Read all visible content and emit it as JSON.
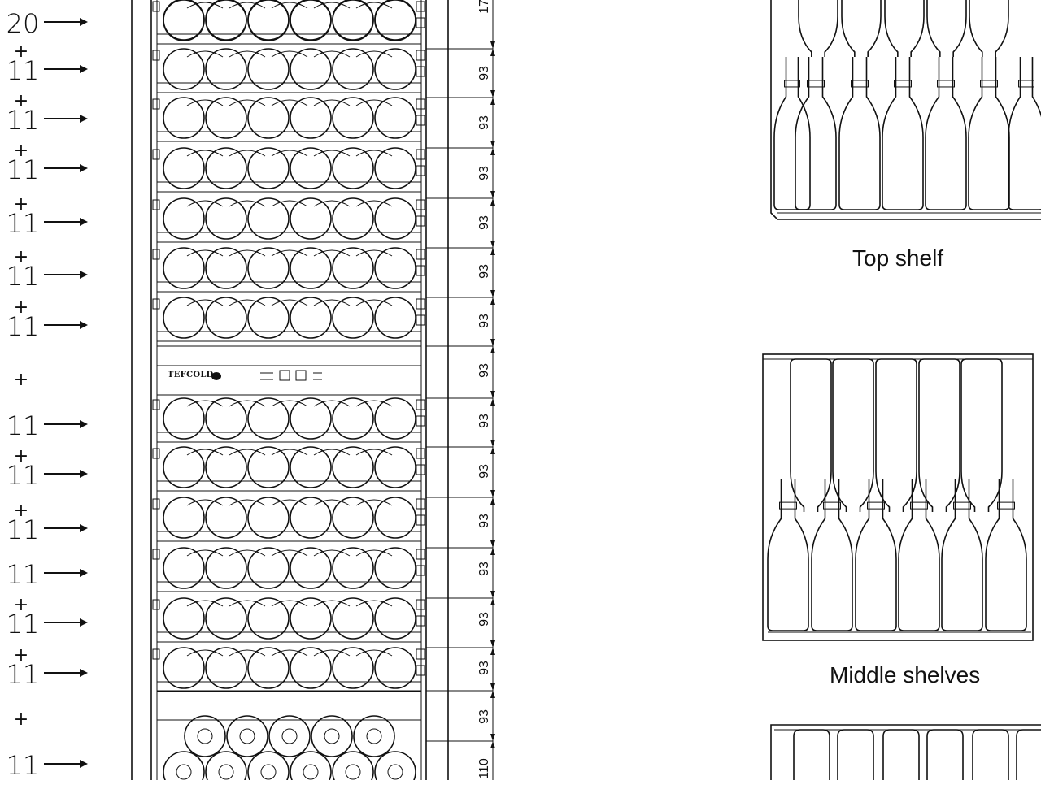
{
  "left_counts": [
    {
      "plus": false,
      "value": "20"
    },
    {
      "plus": true,
      "value": "11"
    },
    {
      "plus": true,
      "value": "11"
    },
    {
      "plus": true,
      "value": "11"
    },
    {
      "plus": true,
      "value": "11"
    },
    {
      "plus": true,
      "value": "11"
    },
    {
      "plus": true,
      "value": "11"
    },
    {
      "plus": true,
      "value": ""
    },
    {
      "plus": false,
      "value": "11"
    },
    {
      "plus": true,
      "value": "11"
    },
    {
      "plus": true,
      "value": "11"
    },
    {
      "plus": false,
      "value": "11"
    },
    {
      "plus": true,
      "value": "11"
    },
    {
      "plus": true,
      "value": "11"
    },
    {
      "plus": true,
      "value": ""
    },
    {
      "plus": false,
      "value": "11"
    }
  ],
  "dimensions": [
    "17",
    "93",
    "93",
    "93",
    "93",
    "93",
    "93",
    "93",
    "93",
    "93",
    "93",
    "93",
    "93",
    "93",
    "93",
    "110"
  ],
  "panel": {
    "brand": "TEFCOLD"
  },
  "captions": {
    "top_shelf": "Top shelf",
    "middle_shelves": "Middle shelves"
  }
}
